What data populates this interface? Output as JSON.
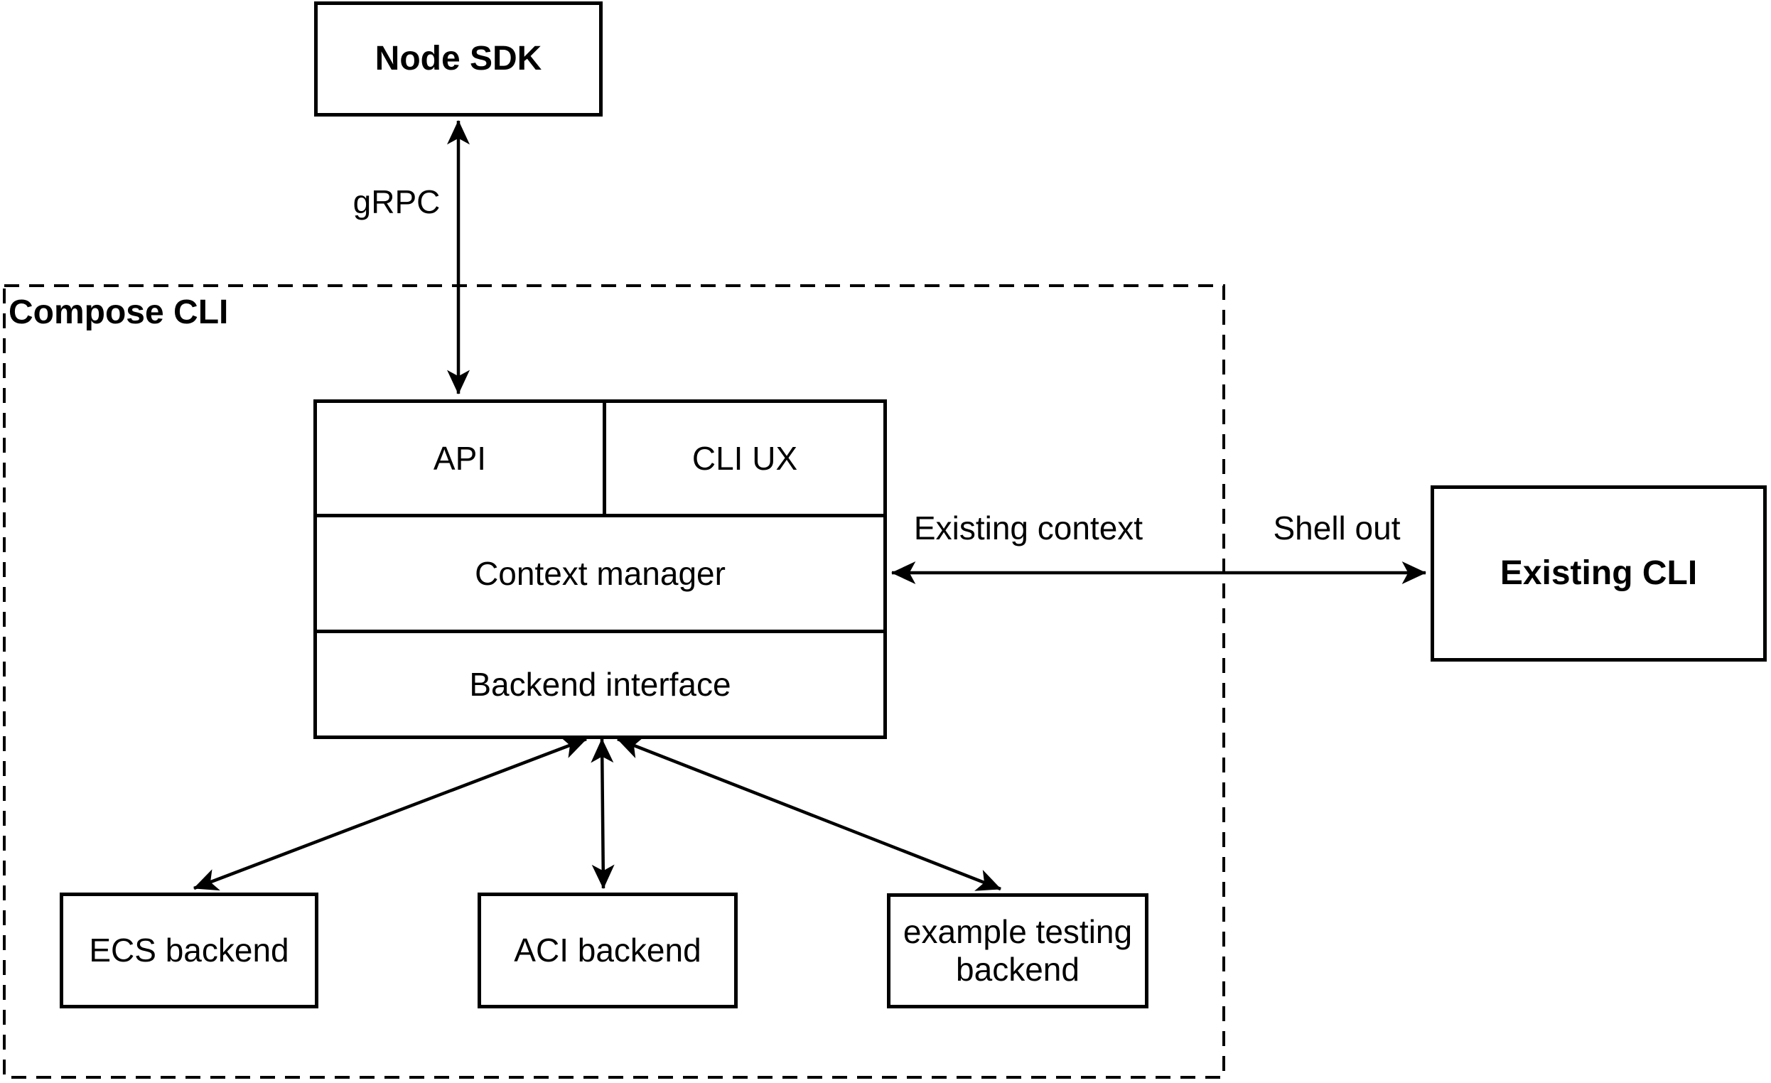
{
  "diagram": {
    "nodes": {
      "node_sdk": {
        "label": "Node SDK"
      },
      "compose_cli": {
        "label": "Compose CLI"
      },
      "api": {
        "label": "API"
      },
      "cli_ux": {
        "label": "CLI UX"
      },
      "context_manager": {
        "label": "Context manager"
      },
      "backend_interface": {
        "label": "Backend interface"
      },
      "existing_cli": {
        "label": "Existing CLI"
      },
      "ecs_backend": {
        "label": "ECS backend"
      },
      "aci_backend": {
        "label": "ACI backend"
      },
      "example_testing_backend": {
        "label": "example testing backend"
      }
    },
    "edges": {
      "grpc": {
        "label": "gRPC",
        "style": "double-arrow"
      },
      "existing_context": {
        "label": "Existing context",
        "style": "double-arrow"
      },
      "shell_out": {
        "label": "Shell out",
        "style": "double-arrow"
      },
      "backend_links": {
        "style": "double-arrow",
        "count": 3
      }
    },
    "colors": {
      "stroke": "#000000",
      "background": "#ffffff"
    }
  }
}
